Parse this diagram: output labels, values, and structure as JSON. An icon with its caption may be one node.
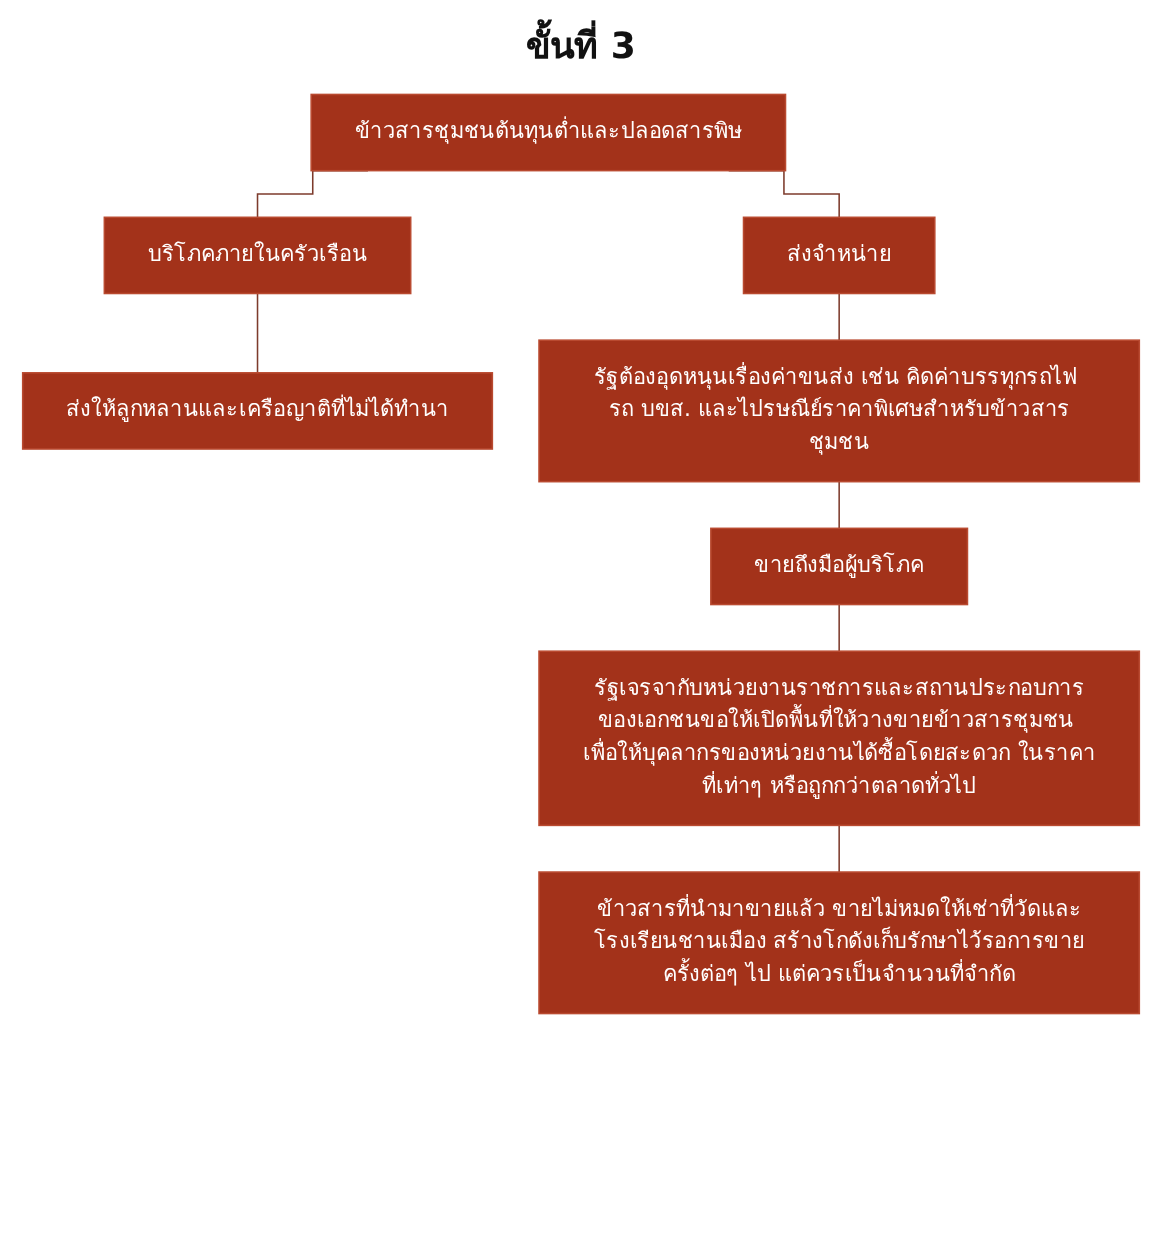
{
  "diagram": {
    "title": "ขั้นที่ 3",
    "nodes": [
      {
        "text": [
          "ข้าวสารชุมชนต้นทุนต่ำและปลอดสารพิษ"
        ]
      },
      {
        "text": [
          "บริโภคภายในครัวเรือน"
        ]
      },
      {
        "text": [
          "ส่งจำหน่าย"
        ]
      },
      {
        "text": [
          "ส่งให้ลูกหลานและเครือญาติที่ไม่ได้ทำนา"
        ]
      },
      {
        "text": [
          "รัฐต้องอุดหนุนเรื่องค่าขนส่ง เช่น คิดค่าบรรทุกรถไฟ รถ บขส. และไปรษณีย์ราคาพิเศษสำหรับข้าวสารชุมชน"
        ]
      },
      {
        "text": [
          "ขายถึงมือผู้บริโภค"
        ]
      },
      {
        "text": [
          "รัฐเจรจากับหน่วยงานราชการและสถานประกอบการของเอกชนขอให้เปิดพื้นที่ให้วางขายข้าวสารชุมชน เพื่อให้บุคลากรของหน่วยงานได้ซื้อโดยสะดวก ในราคาที่เท่าๆ หรือถูกกว่าตลาดทั่วไป"
        ]
      },
      {
        "text": [
          "ข้าวสารที่นำมาขายแล้ว ขายไม่หมดให้เช่าที่วัดและโรงเรียนชานเมือง สร้างโกดังเก็บรักษาไว้รอการขายครั้งต่อๆ ไป แต่ควรเป็นจำนวนที่จำกัด"
        ]
      }
    ],
    "edges": [
      {
        "from": 0,
        "to": 1,
        "arrow": "none"
      },
      {
        "from": 0,
        "to": 2,
        "arrow": "none"
      },
      {
        "from": 1,
        "to": 3,
        "arrow": "none"
      },
      {
        "from": 2,
        "to": 4,
        "arrow": "none"
      },
      {
        "from": 4,
        "to": 5,
        "arrow": "none"
      },
      {
        "from": 5,
        "to": 6,
        "arrow": "none"
      },
      {
        "from": 6,
        "to": 7,
        "arrow": "none"
      }
    ]
  }
}
